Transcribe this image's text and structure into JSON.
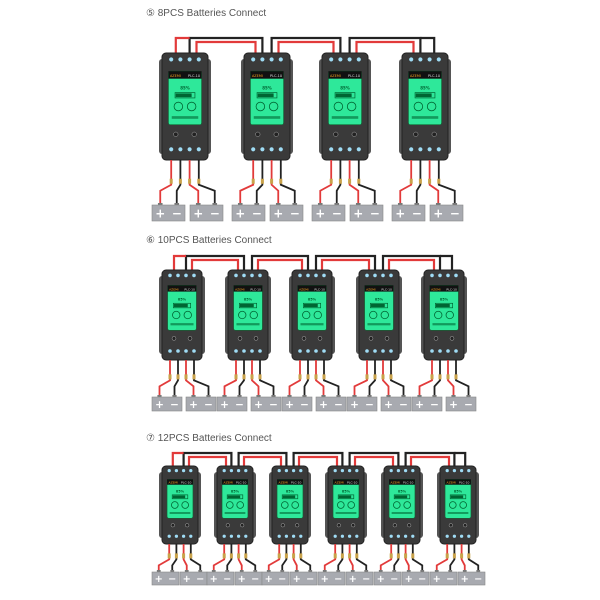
{
  "sections": [
    {
      "title": "⑤ 8PCS Batteries Connect",
      "devices": 4,
      "batteries": 8
    },
    {
      "title": "⑥ 10PCS Batteries Connect",
      "devices": 5,
      "batteries": 10
    },
    {
      "title": "⑦ 12PCS Batteries Connect",
      "devices": 6,
      "batteries": 12
    }
  ],
  "device": {
    "brand": "AZEMI",
    "model": "PLC-10",
    "percent": "85%",
    "body_color": "#3a3a3a",
    "screen_color": "#2ee89a",
    "led_color": "#9fdcf5"
  },
  "battery": {
    "plus": "+",
    "minus": "−",
    "color": "#a8aab0"
  },
  "wires": {
    "positive": "#e23a3a",
    "negative": "#222222"
  }
}
